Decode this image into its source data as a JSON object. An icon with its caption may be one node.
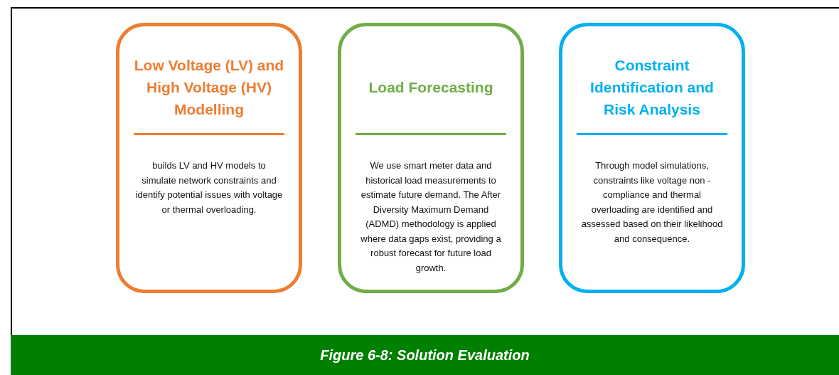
{
  "diagram": {
    "caption": "Figure 6-8: Solution Evaluation",
    "nodes": [
      {
        "text": [
          "Low Voltage (LV) and High Voltage (HV) Modelling",
          "builds LV and HV models to simulate network constraints and identify potential issues with voltage or thermal overloading."
        ]
      },
      {
        "text": [
          "Load Forecasting",
          "We use smart meter data and historical load measurements to estimate future demand. The After Diversity Maximum Demand (ADMD) methodology is applied where data gaps exist, providing a robust forecast for future load growth."
        ]
      },
      {
        "text": [
          "Constraint Identification and Risk Analysis",
          "Through model simulations, constraints like voltage non - compliance and thermal overloading are identified and assessed based on their likelihood and consequence."
        ]
      }
    ]
  }
}
